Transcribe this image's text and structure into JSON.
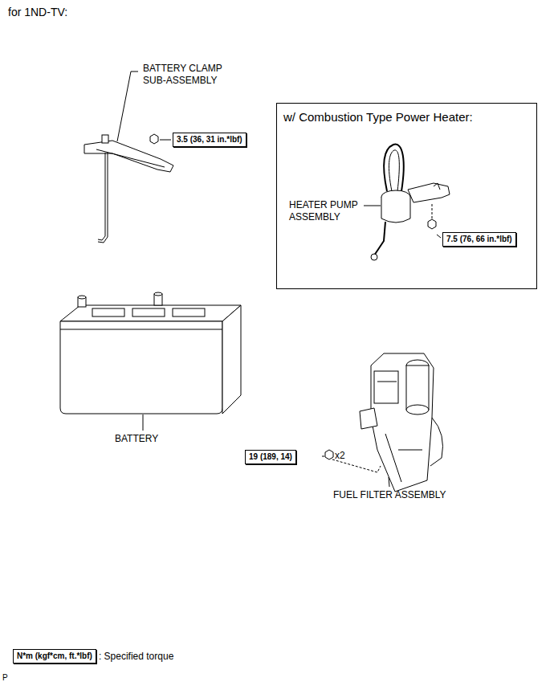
{
  "diagram": {
    "title": "for 1ND-TV:",
    "nodes": [
      {
        "text": [
          "3.5 (36, 31 in.*lbf)"
        ]
      },
      {
        "text": [
          "w/ Combustion Type Power Heater:"
        ]
      },
      {
        "text": [
          "7.5 (76, 66 in.*lbf)"
        ],
        "in": 1
      },
      {
        "text": [
          "19 (189, 14)"
        ]
      },
      {
        "text": [
          "N*m (kgf*cm, ft.*lbf)"
        ]
      }
    ],
    "labels": [
      "BATTERY CLAMP SUB-ASSEMBLY",
      "HEATER PUMP ASSEMBLY",
      "BATTERY",
      "x2",
      "FUEL FILTER ASSEMBLY",
      ": Specified torque",
      "P"
    ]
  }
}
